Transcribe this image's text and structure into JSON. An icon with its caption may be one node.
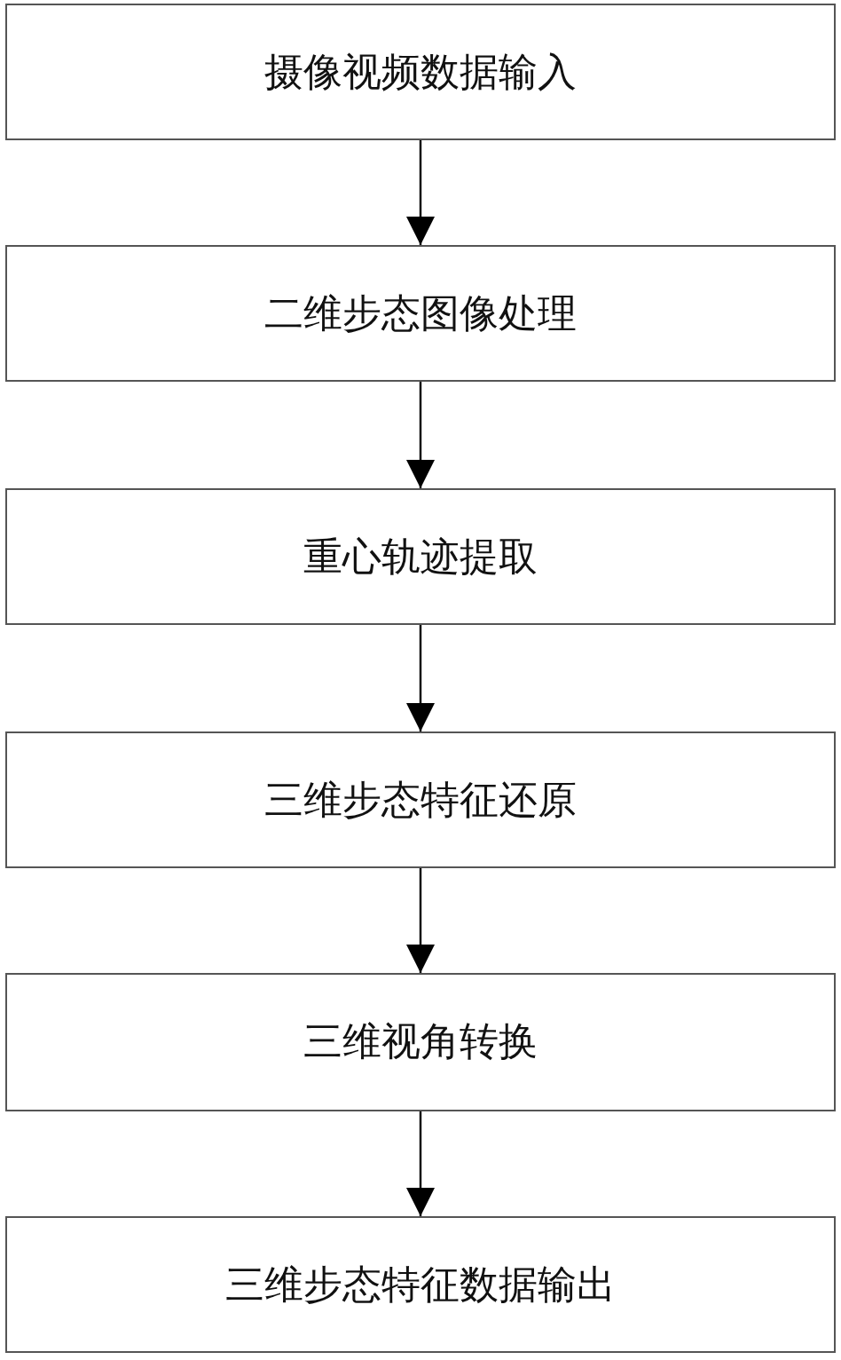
{
  "diagram": {
    "nodes": [
      {
        "text": [
          "摄像视频数据输入"
        ]
      },
      {
        "text": [
          "二维步态图像处理"
        ]
      },
      {
        "text": [
          "重心轨迹提取"
        ]
      },
      {
        "text": [
          "三维步态特征还原"
        ]
      },
      {
        "text": [
          "三维视角转换"
        ]
      },
      {
        "text": [
          "三维步态特征数据输出"
        ]
      }
    ],
    "edges": [
      {
        "from": 0,
        "to": 1,
        "arrow": "to"
      },
      {
        "from": 1,
        "to": 2,
        "arrow": "to"
      },
      {
        "from": 2,
        "to": 3,
        "arrow": "to"
      },
      {
        "from": 3,
        "to": 4,
        "arrow": "to"
      },
      {
        "from": 4,
        "to": 5,
        "arrow": "to"
      }
    ]
  }
}
